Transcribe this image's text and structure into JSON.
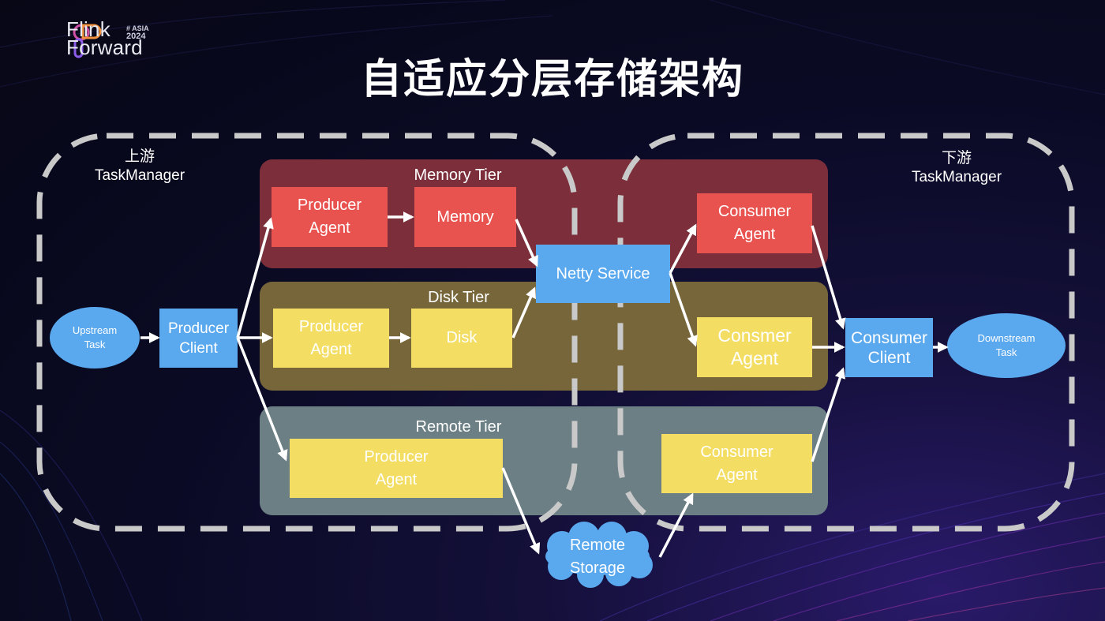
{
  "brand": {
    "line1": "Flink",
    "line2": "Forward",
    "badge1": "# ASIA",
    "badge2": "2024"
  },
  "title": "自适应分层存储架构",
  "upstream_tm": "上游\nTaskManager",
  "downstream_tm": "下游\nTaskManager",
  "tiers": {
    "memory": "Memory Tier",
    "disk": "Disk Tier",
    "remote": "Remote Tier"
  },
  "nodes": {
    "upstream_task": "Upstream\nTask",
    "producer_client": "Producer\nClient",
    "mem_producer_agent": "Producer\nAgent",
    "memory": "Memory",
    "disk_producer_agent": "Producer\nAgent",
    "disk": "Disk",
    "remote_producer_agent": "Producer\nAgent",
    "netty_service": "Netty Service",
    "mem_consumer_agent": "Consumer\nAgent",
    "disk_consumer_agent": "Consmer\nAgent",
    "remote_consumer_agent": "Consumer\nAgent",
    "remote_storage": "Remote\nStorage",
    "consumer_client": "Consumer\nClient",
    "downstream_task": "Downstream\nTask"
  },
  "colors": {
    "memory_tier_bg": "#7c2f3a",
    "disk_tier_bg": "#76663a",
    "remote_tier_bg": "#6c7f85",
    "red_node": "#e8534f",
    "yellow_node": "#f3dd63",
    "blue_node": "#5aa8ee",
    "dashed_border": "#c9c9c9"
  }
}
